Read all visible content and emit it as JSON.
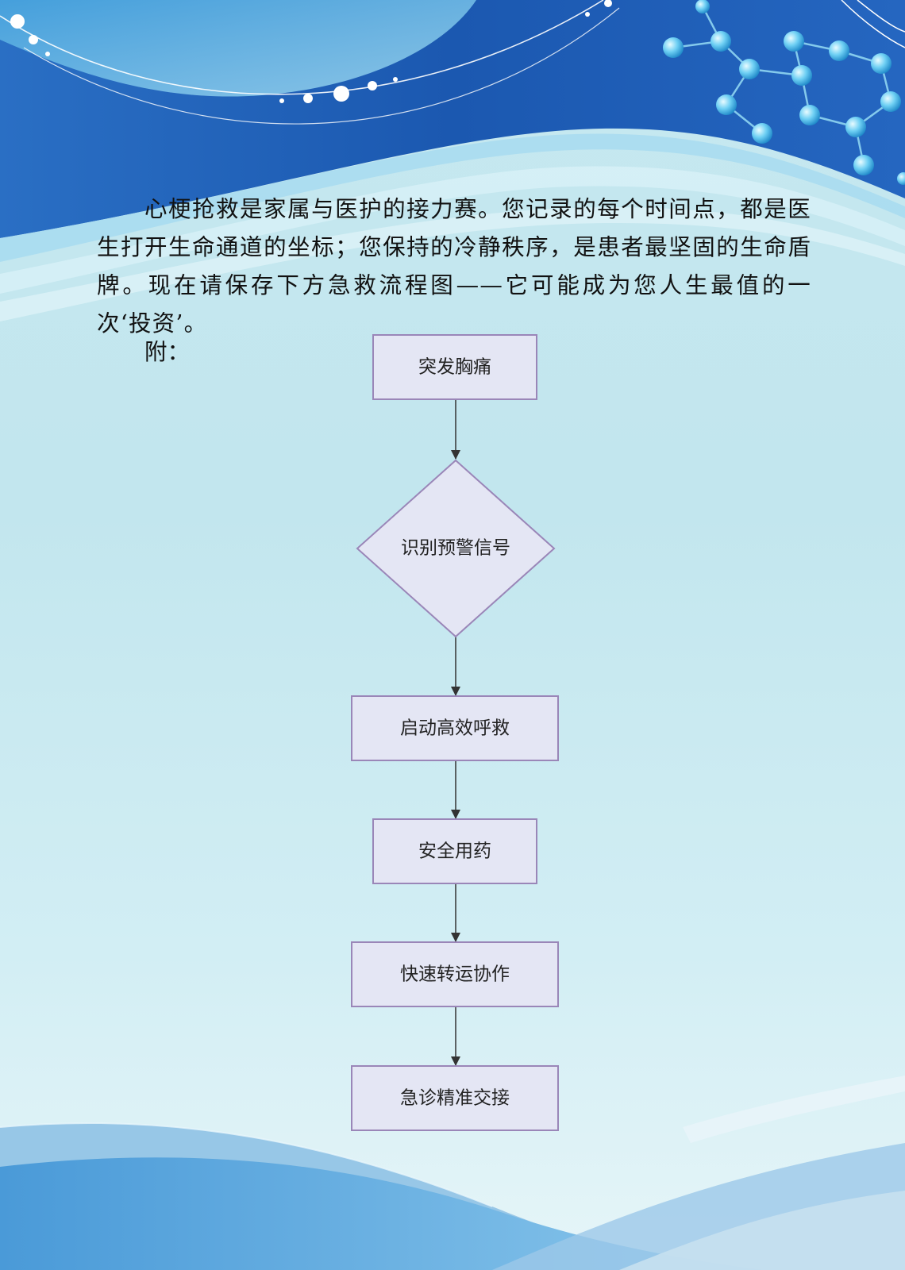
{
  "intro": {
    "paragraph": "心梗抢救是家属与医护的接力赛。您记录的每个时间点，都是医生打开生命通道的坐标；您保持的冷静秩序，是患者最坚固的生命盾牌。现在请保存下方急救流程图——它可能成为您人生最值的一次‘投资’。",
    "appendix_label": "附："
  },
  "flowchart": {
    "steps": [
      {
        "label": "突发胸痛",
        "shape": "rect"
      },
      {
        "label": "识别预警信号",
        "shape": "diamond"
      },
      {
        "label": "启动高效呼救",
        "shape": "rect"
      },
      {
        "label": "安全用药",
        "shape": "rect"
      },
      {
        "label": "快速转运协作",
        "shape": "rect"
      },
      {
        "label": "急诊精准交接",
        "shape": "rect"
      }
    ],
    "node_fill": "#e4e6f4",
    "node_stroke": "#9a86b8",
    "arrow_color": "#333333"
  },
  "theme": {
    "primary_blue": "#1f5fb8",
    "light_blue": "#5fb6e6"
  }
}
